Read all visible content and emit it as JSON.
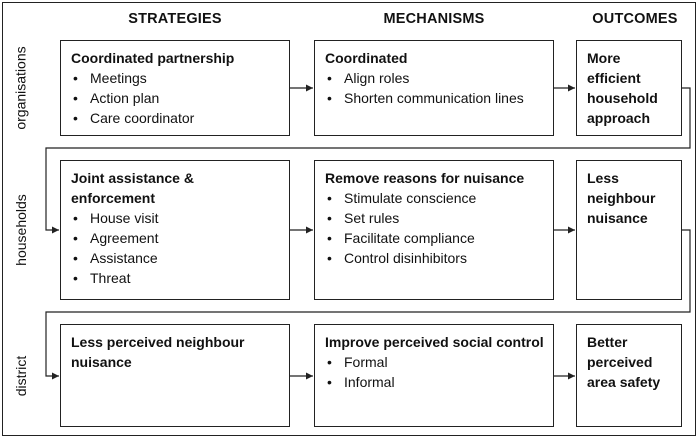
{
  "columns": {
    "strategies": "STRATEGIES",
    "mechanisms": "MECHANISMS",
    "outcomes": "OUTCOMES"
  },
  "rows": [
    {
      "label": "organisations",
      "strategy": {
        "title": "Coordinated partnership",
        "items": [
          "Meetings",
          "Action plan",
          "Care coordinator"
        ]
      },
      "mechanism": {
        "title": "Coordinated",
        "items": [
          "Align roles",
          "Shorten communication lines"
        ]
      },
      "outcome": {
        "title": "More efficient household approach"
      }
    },
    {
      "label": "households",
      "strategy": {
        "title": "Joint assistance & enforcement",
        "items": [
          "House visit",
          "Agreement",
          "Assistance",
          "Threat"
        ]
      },
      "mechanism": {
        "title": "Remove reasons for nuisance",
        "items": [
          "Stimulate conscience",
          "Set rules",
          "Facilitate compliance",
          "Control disinhibitors"
        ]
      },
      "outcome": {
        "title": "Less neighbour nuisance"
      }
    },
    {
      "label": "district",
      "strategy": {
        "title": "Less perceived neighbour nuisance",
        "items": []
      },
      "mechanism": {
        "title": "Improve perceived social control",
        "items": [
          "Formal",
          "Informal"
        ]
      },
      "outcome": {
        "title": "Better perceived area safety"
      }
    }
  ]
}
